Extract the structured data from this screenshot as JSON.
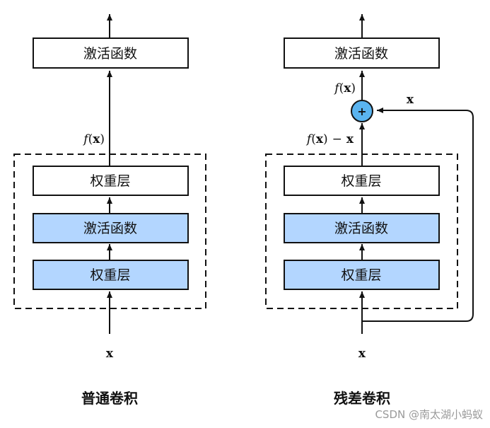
{
  "colors": {
    "highlight_fill": "#b3d6ff",
    "plain_fill": "#ffffff",
    "adder_fill": "#5ab4f0",
    "stroke": "#111111"
  },
  "left": {
    "caption": "普通卷积",
    "input_label": "x",
    "output_label_f": "f",
    "output_label_paren_open": "(",
    "output_label_x": "x",
    "output_label_paren_close": ")",
    "top_box": "激活函数",
    "layers": [
      "权重层",
      "激活函数",
      "权重层"
    ]
  },
  "right": {
    "caption": "残差卷积",
    "input_label": "x",
    "skip_label": "x",
    "sum_label_f": "f",
    "sum_label_paren_open": "(",
    "sum_label_x": "x",
    "sum_label_paren_close": ")",
    "residual_label_f": "f",
    "residual_label_paren_open": "(",
    "residual_label_x": "x",
    "residual_label_paren_close": ")",
    "residual_label_minus": "−",
    "residual_label_x2": "x",
    "adder_symbol": "+",
    "top_box": "激活函数",
    "layers": [
      "权重层",
      "激活函数",
      "权重层"
    ]
  },
  "watermark": "CSDN @南太湖小蚂蚁"
}
